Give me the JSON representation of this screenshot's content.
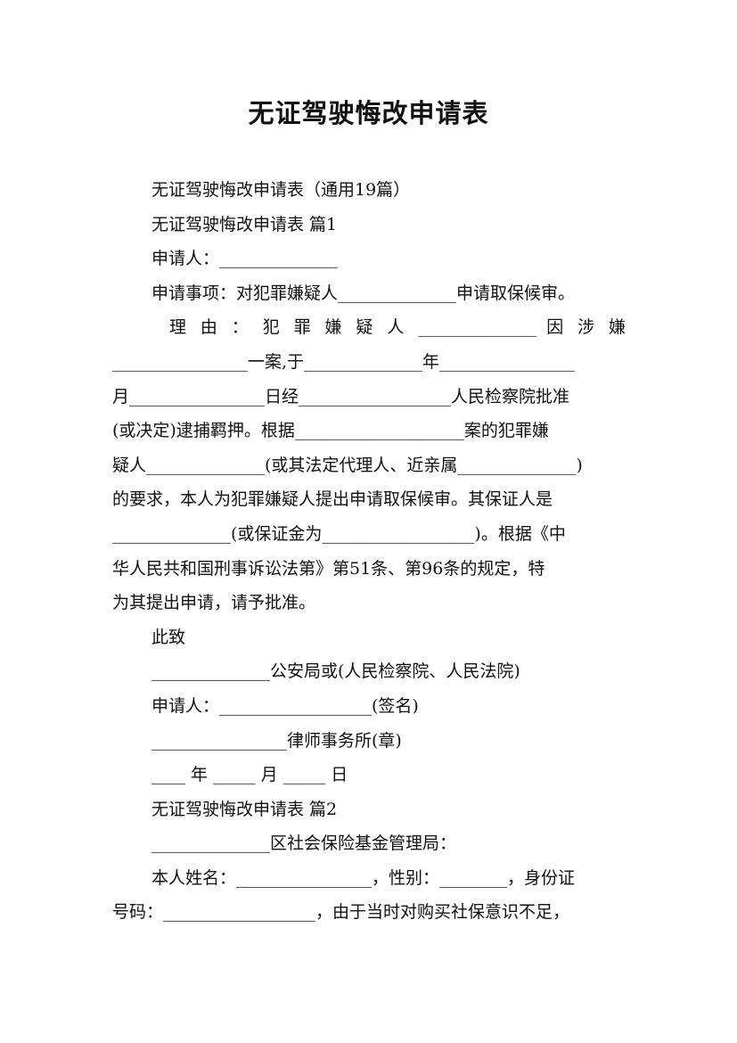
{
  "document": {
    "title": "无证驾驶悔改申请表",
    "lines": [
      "无证驾驶悔改申请表（通用19篇）",
      "无证驾驶悔改申请表 篇1",
      "申请人：______________",
      "申请事项：对犯罪嫌疑人______________申请取保候审。",
      "理 由 ：  犯 罪 嫌 疑 人 ______________ 因 涉 嫌",
      "________________一案,于______________年________________",
      "月________________日经__________________人民检察院批准",
      "(或决定)逮捕羁押。根据____________________案的犯罪嫌",
      "疑人______________(或其法定代理人、近亲属______________)",
      "的要求，本人为犯罪嫌疑人提出申请取保候审。其保证人是",
      "______________(或保证金为__________________)。根据《中",
      "华人民共和国刑事诉讼法第》第51条、第96条的规定，特",
      "为其提出申请，请予批准。",
      "此致",
      "______________公安局或(人民检察院、人民法院)",
      "申请人：__________________(签名)",
      "________________律师事务所(章)",
      "____ 年 _____ 月 _____ 日",
      "无证驾驶悔改申请表 篇2",
      "______________区社会保险基金管理局：",
      "本人姓名：________________，性别：________，身份证",
      "号码：__________________，由于当时对购买社保意识不足，"
    ]
  }
}
